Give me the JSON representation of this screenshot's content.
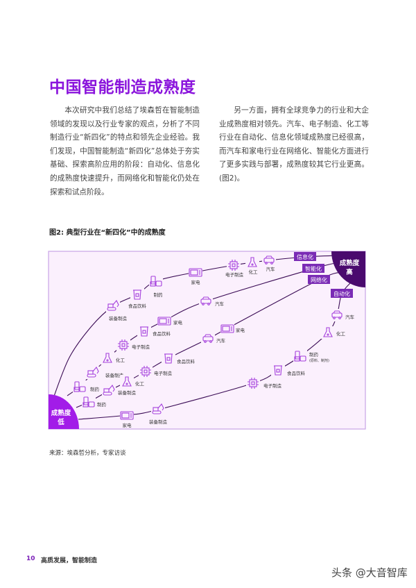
{
  "page": {
    "title": "中国智能制造成熟度",
    "paragraph_left": "本次研究中我们总结了埃森哲在智能制造领域的发现以及行业专家的观点，分析了不同制造行业“新四化”的特点和领先企业经验。我们发现，中国智能制造“新四化”总体处于夯实基础、探索高阶应用的阶段：自动化、信息化的成熟度快速提升，而网络化和智能化仍处在探索和试点阶段。",
    "paragraph_right": "另一方面，拥有全球竞争力的行业和大企业成熟度相对领先。汽车、电子制造、化工等行业在自动化、信息化领域成熟度已经很高，而汽车和家电行业在网络化、智能化方面进行了更多实践与部署，成熟度较其它行业更高。(图2)。",
    "figure_caption": "图2: 典型行业在“新四化”中的成熟度",
    "source": "来源：埃森哲分析，专家访谈",
    "page_number": "10",
    "footer_title": "高质发展，智能制造",
    "watermark": "头条 @大音智库"
  },
  "diagram": {
    "high_label_1": "成熟度",
    "high_label_2": "高",
    "low_label_1": "成熟度",
    "low_label_2": "低",
    "colors": {
      "high": "#4a0a6e",
      "low": "#a21ce8",
      "line": "#3a0b55",
      "icon": "#a43fdc",
      "tag": "#7a2bb5",
      "bg": "#fbf0fd",
      "border": "#c9a3e6"
    },
    "tracks": [
      {
        "label": "信息化",
        "nodes": [
          {
            "name": "装备制造",
            "icon": "excavator"
          },
          {
            "name": "食品饮料",
            "icon": "cup"
          },
          {
            "name": "制药",
            "icon": "pills"
          },
          {
            "name": "家电",
            "icon": "microwave"
          },
          {
            "name": "电子制造",
            "icon": "chip"
          },
          {
            "name": "化工",
            "icon": "flask"
          },
          {
            "name": "汽车",
            "icon": "car"
          }
        ]
      },
      {
        "label": "智能化",
        "nodes": [
          {
            "name": "制药",
            "icon": "pills"
          },
          {
            "name": "装备制造",
            "icon": "excavator"
          },
          {
            "name": "化工",
            "icon": "flask"
          },
          {
            "name": "电子制造",
            "icon": "chip"
          },
          {
            "name": "食品饮料",
            "icon": "cup"
          },
          {
            "name": "家电",
            "icon": "microwave"
          },
          {
            "name": "汽车",
            "icon": "car"
          }
        ]
      },
      {
        "label": "网络化",
        "nodes": [
          {
            "name": "制药",
            "icon": "pills"
          },
          {
            "name": "装备制造",
            "icon": "excavator"
          },
          {
            "name": "化工",
            "icon": "flask"
          },
          {
            "name": "电子制造",
            "icon": "chip"
          },
          {
            "name": "食品饮料",
            "icon": "cup"
          },
          {
            "name": "汽车",
            "icon": "car"
          },
          {
            "name": "家电",
            "icon": "microwave"
          }
        ]
      },
      {
        "label": "自动化",
        "nodes": [
          {
            "name": "家电",
            "icon": "microwave"
          },
          {
            "name": "装备制造",
            "icon": "excavator"
          },
          {
            "name": "电子制造",
            "icon": "chip"
          },
          {
            "name": "食品饮料",
            "icon": "cup"
          },
          {
            "name": "制药",
            "icon": "pills",
            "note": "(原料、制剂)"
          },
          {
            "name": "化工",
            "icon": "flask"
          },
          {
            "name": "汽车",
            "icon": "car"
          }
        ]
      }
    ]
  }
}
